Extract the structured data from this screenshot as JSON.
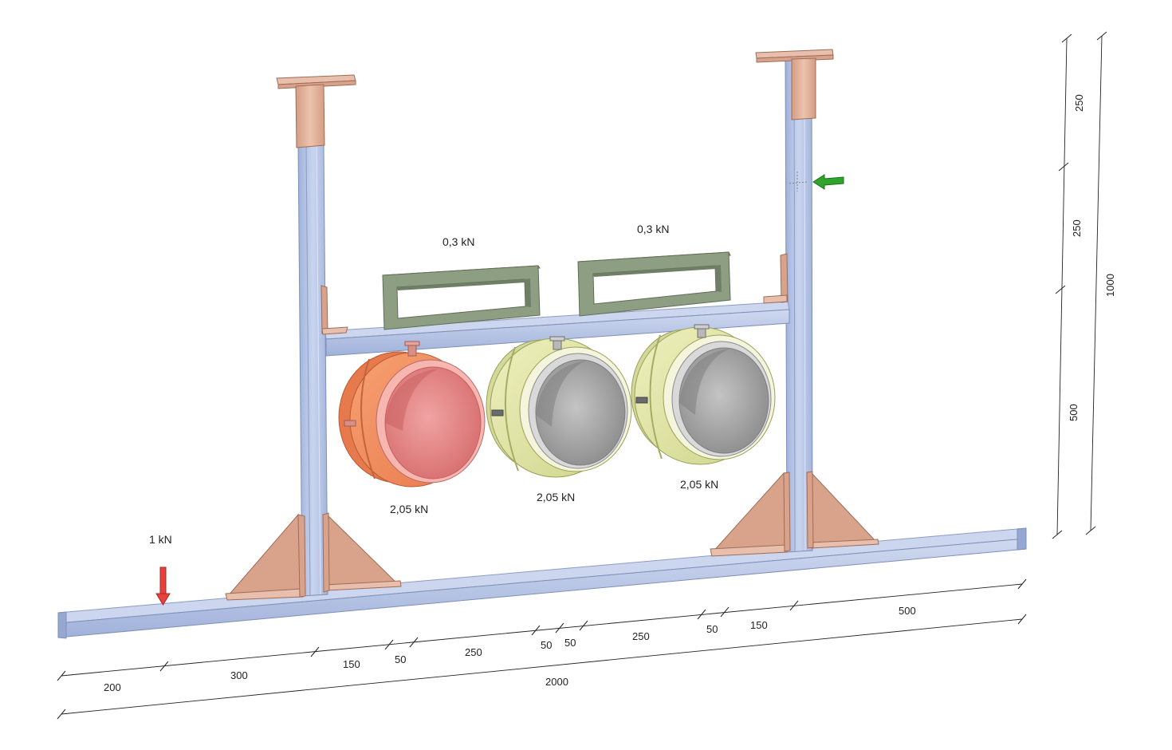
{
  "loads": {
    "point_load": "1 kN",
    "duct_left": "0,3 kN",
    "duct_right": "0,3 kN",
    "pipe_1": "2,05 kN",
    "pipe_2": "2,05 kN",
    "pipe_3": "2,05 kN"
  },
  "dimensions": {
    "bottom_chain": [
      "200",
      "300",
      "150",
      "50",
      "250",
      "50",
      "50",
      "250",
      "50",
      "150",
      "500"
    ],
    "bottom_total": "2000",
    "vertical_chain": [
      "250",
      "250",
      "500"
    ],
    "vertical_total": "1000"
  },
  "colors": {
    "steel": "#b7c6e6",
    "copper_plate": "#d9a38b",
    "duct": "#8e9e82",
    "pipe_red_insulation": "#f08a5a",
    "pipe_red_inner": "#e58585",
    "pipe_yellow_insulation": "#e2e6a6",
    "pipe_grey_inner": "#a9a9a9",
    "load_red": "#e8413c",
    "load_green": "#2fa52b"
  }
}
